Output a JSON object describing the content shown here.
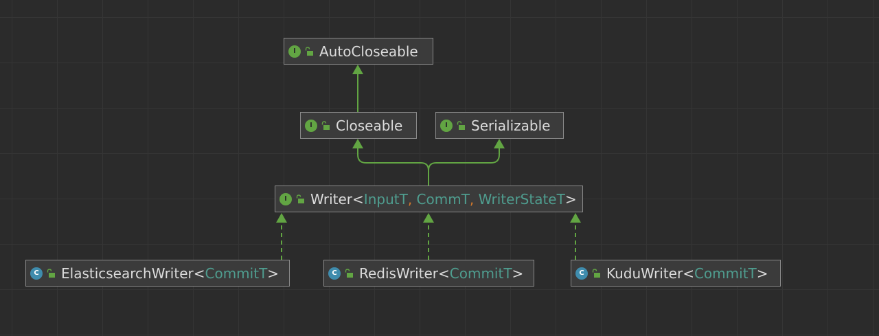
{
  "diagram": {
    "nodes": {
      "autocloseable": {
        "kind": "interface",
        "badge": "I",
        "name": "AutoCloseable"
      },
      "closeable": {
        "kind": "interface",
        "badge": "I",
        "name": "Closeable"
      },
      "serializable": {
        "kind": "interface",
        "badge": "I",
        "name": "Serializable"
      },
      "writer": {
        "kind": "interface",
        "badge": "I",
        "name": "Writer",
        "open": "<",
        "params": [
          "InputT",
          "CommT",
          "WriterStateT"
        ],
        "sep": ",",
        "close": ">"
      },
      "elasticsearchwriter": {
        "kind": "class",
        "badge": "C",
        "name": "ElasticsearchWriter",
        "open": "<",
        "params": [
          "CommitT"
        ],
        "close": ">"
      },
      "rediswriter": {
        "kind": "class",
        "badge": "C",
        "name": "RedisWriter",
        "open": "<",
        "params": [
          "CommitT"
        ],
        "close": ">"
      },
      "kuduwriter": {
        "kind": "class",
        "badge": "C",
        "name": "KuduWriter",
        "open": "<",
        "params": [
          "CommitT"
        ],
        "close": ">"
      }
    },
    "edges": [
      {
        "from": "closeable",
        "to": "autocloseable",
        "type": "extends"
      },
      {
        "from": "writer",
        "to": "closeable",
        "type": "extends"
      },
      {
        "from": "writer",
        "to": "serializable",
        "type": "extends"
      },
      {
        "from": "elasticsearchwriter",
        "to": "writer",
        "type": "implements"
      },
      {
        "from": "rediswriter",
        "to": "writer",
        "type": "implements"
      },
      {
        "from": "kuduwriter",
        "to": "writer",
        "type": "implements"
      }
    ],
    "colors": {
      "background": "#2b2b2b",
      "grid": "#353535",
      "node_fill": "#3b3b3b",
      "node_border": "#8a8a8a",
      "text": "#dcdcdc",
      "type_param": "#4f9d8f",
      "separator": "#d2782b",
      "edge": "#62a543",
      "interface_badge": "#62a543",
      "class_badge": "#3f8cad"
    }
  }
}
